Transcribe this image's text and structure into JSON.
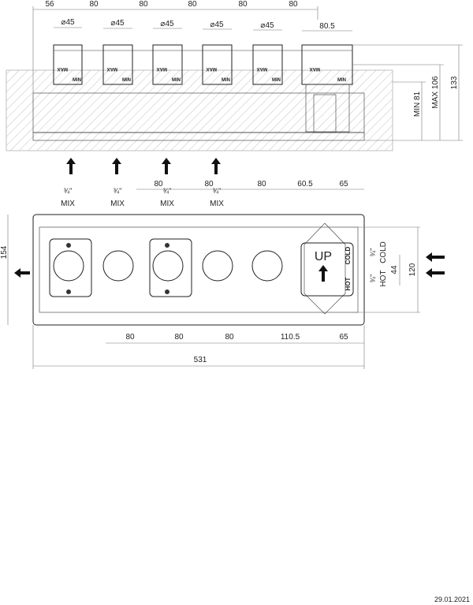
{
  "side_view": {
    "top_dims": [
      "56",
      "80",
      "80",
      "80",
      "80",
      "80"
    ],
    "diameters": [
      "⌀45",
      "⌀45",
      "⌀45",
      "⌀45",
      "⌀45"
    ],
    "box_width": "80.5",
    "depth_min": "MIN 81",
    "depth_max": "MAX 106",
    "total_height": "133",
    "max_label": "MAX",
    "min_label": "MIN"
  },
  "front_view": {
    "outlets": [
      {
        "size": "¾\"",
        "label": "MIX"
      },
      {
        "size": "¾\"",
        "label": "MIX"
      },
      {
        "size": "¾\"",
        "label": "MIX"
      },
      {
        "size": "¾\"",
        "label": "MIX"
      }
    ],
    "top_dims": [
      "80",
      "80",
      "80",
      "60.5",
      "65"
    ],
    "bottom_dims": [
      "80",
      "80",
      "80",
      "110.5",
      "65"
    ],
    "total_width": "531",
    "height": "154",
    "inlet_spacing": "120",
    "inlet_gap": "44",
    "up_label": "UP",
    "cold_label": "COLD",
    "hot_label": "HOT",
    "cold_size": "¾\"",
    "hot_size": "¾\"",
    "cold_text": "COLD",
    "hot_text": "HOT"
  },
  "date": "29.01.2021"
}
